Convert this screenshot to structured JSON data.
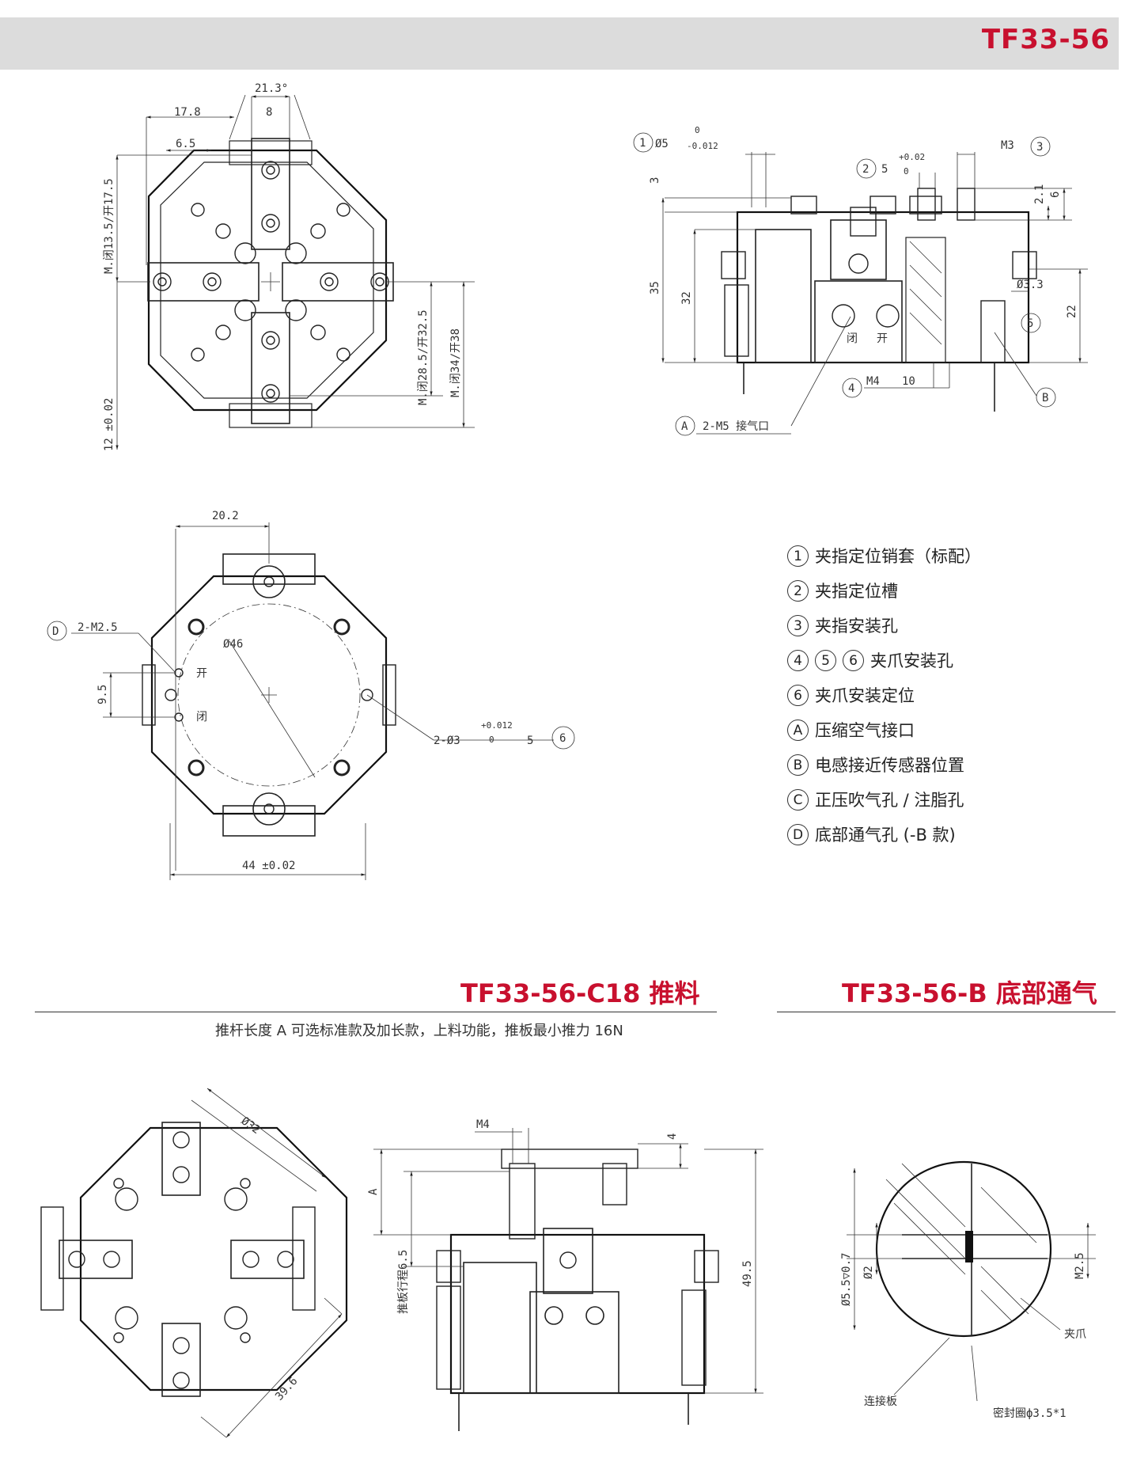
{
  "header": {
    "title": "TF33-56"
  },
  "top_left_dims": {
    "d_21_3": "21.3°",
    "d_8": "8",
    "d_17_8": "17.8",
    "d_6_5": "6.5",
    "d_m_135": "M.闭13.5/开17.5",
    "d_m_285": "M.闭28.5/开32.5",
    "d_m_34": "M.闭34/开38",
    "d_12": "12 ±0.02"
  },
  "top_right_dims": {
    "c1": "1",
    "c1_text": "Ø5",
    "c1_tol_top": "0",
    "c1_tol_bot": "-0.012",
    "c2": "2",
    "c2_text": "5",
    "c2_tol_top": "+0.02",
    "c2_tol_bot": "0",
    "c3": "3",
    "c3_text": "M3",
    "d_3": "3",
    "d_35": "35",
    "d_32": "32",
    "d_2_1": "2.1",
    "d_6": "6",
    "d_22": "22",
    "d_33": "Ø3.3",
    "c5": "5",
    "cB": "B",
    "c4": "4",
    "c4_text": "M4",
    "c4_depth": "10",
    "cA": "A",
    "cA_text": "2-M5 接气口",
    "close": "闭",
    "open": "开"
  },
  "middle_dims": {
    "d_20_2": "20.2",
    "d_46": "Ø46",
    "cD": "D",
    "cD_text": "2-M2.5",
    "d_9_5": "9.5",
    "open": "开",
    "close": "闭",
    "d_2_3": "2-Ø3",
    "d_2_3_tol_top": "+0.012",
    "d_2_3_tol_bot": "0",
    "d_2_3_depth": "5",
    "c6": "6",
    "d_44": "44 ±0.02"
  },
  "legend": [
    {
      "marks": [
        "1"
      ],
      "text": "夹指定位销套（标配）"
    },
    {
      "marks": [
        "2"
      ],
      "text": "夹指定位槽"
    },
    {
      "marks": [
        "3"
      ],
      "text": "夹指安装孔"
    },
    {
      "marks": [
        "4",
        "5",
        "6"
      ],
      "text": "夹爪安装孔"
    },
    {
      "marks": [
        "6"
      ],
      "text": "夹爪安装定位"
    },
    {
      "marks": [
        "A"
      ],
      "text": "压缩空气接口"
    },
    {
      "marks": [
        "B"
      ],
      "text": "电感接近传感器位置"
    },
    {
      "marks": [
        "C"
      ],
      "text": "正压吹气孔 / 注脂孔"
    },
    {
      "marks": [
        "D"
      ],
      "text": "底部通气孔 (-B 款)"
    }
  ],
  "section_c18": {
    "title": "TF33-56-C18 推料",
    "subtitle": "推杆长度 A 可选标准款及加长款，上料功能，推板最小推力 16N",
    "d_32": "Ø32",
    "d_39_6": "39.6",
    "d_m4": "M4",
    "d_4": "4",
    "d_a": "A",
    "d_stroke": "推板行程6.5",
    "d_49_5": "49.5"
  },
  "section_b": {
    "title": "TF33-56-B 底部通气",
    "d_55": "Ø5.5▽0.7",
    "d_2": "Ø2",
    "d_m25": "M2.5",
    "l_jaw": "夹爪",
    "l_plate": "连接板",
    "l_seal": "密封圈ф3.5*1"
  },
  "colors": {
    "accent": "#c8102e",
    "header_bg": "#dcdcdc"
  }
}
